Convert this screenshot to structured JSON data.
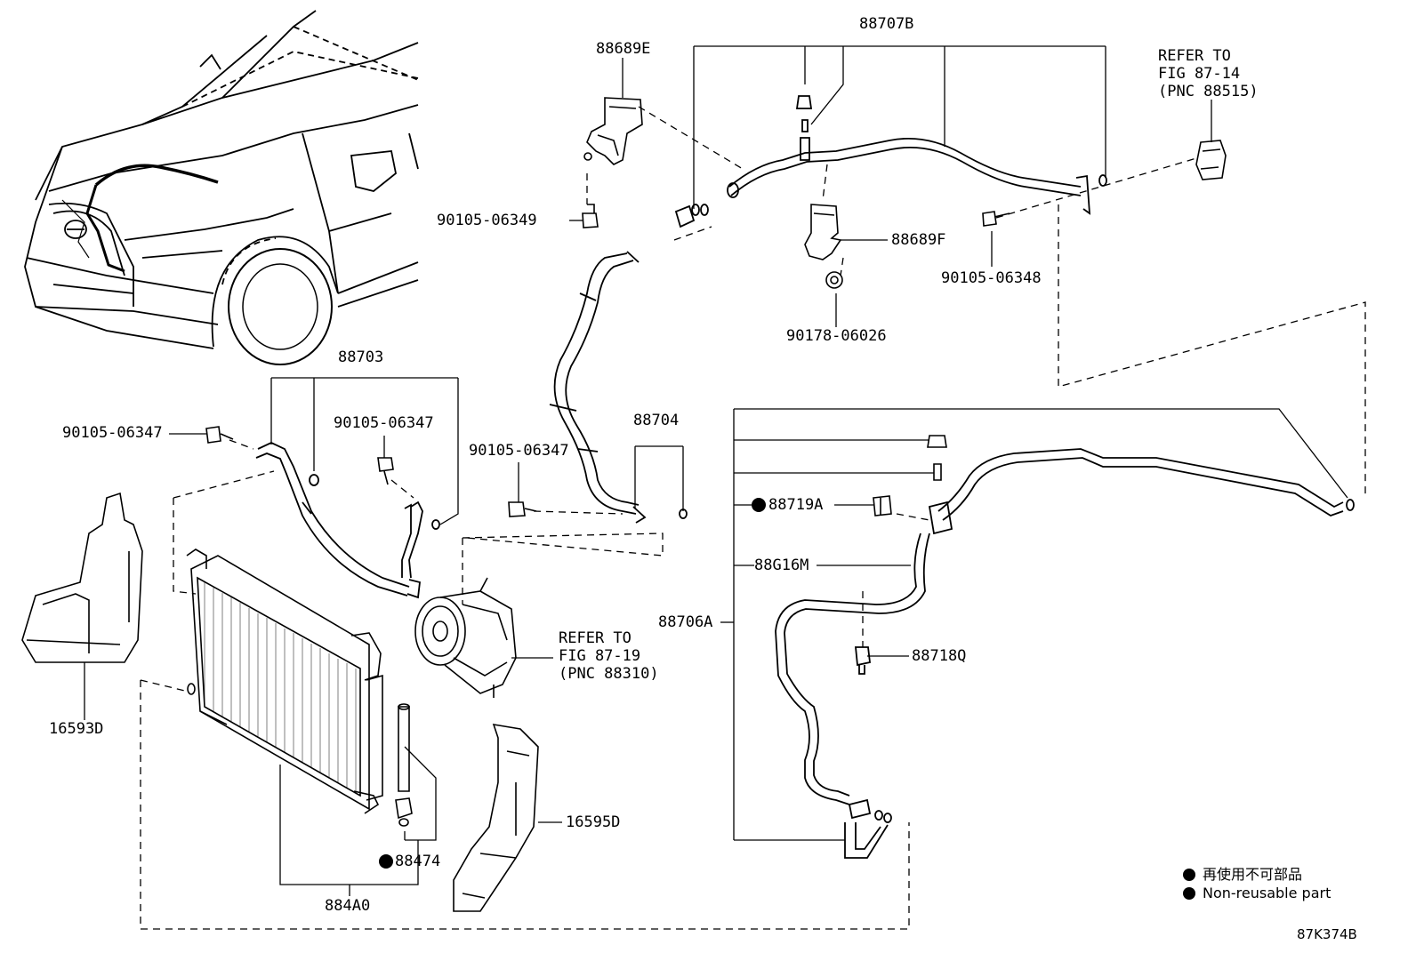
{
  "parts": {
    "p88707B": "88707B",
    "p88689E": "88689E",
    "p90105_06349": "90105-06349",
    "p88689F": "88689F",
    "p90105_06348": "90105-06348",
    "p90178_06026": "90178-06026",
    "p88703": "88703",
    "p90105_06347_a": "90105-06347",
    "p90105_06347_b": "90105-06347",
    "p90105_06347_c": "90105-06347",
    "p88704": "88704",
    "p88719A": "88719A",
    "p88G16M": "88G16M",
    "p88706A": "88706A",
    "p88718Q": "88718Q",
    "p16593D": "16593D",
    "p16595D": "16595D",
    "p88474": "88474",
    "p884A0": "884A0"
  },
  "refs": {
    "ref_top": "REFER TO\nFIG 87-14\n(PNC 88515)",
    "ref_comp": "REFER TO\nFIG 87-19\n(PNC 88310)"
  },
  "legend": {
    "jp": "再使用不可部品",
    "en": "Non-reusable part"
  },
  "figure_id": "87K374B"
}
